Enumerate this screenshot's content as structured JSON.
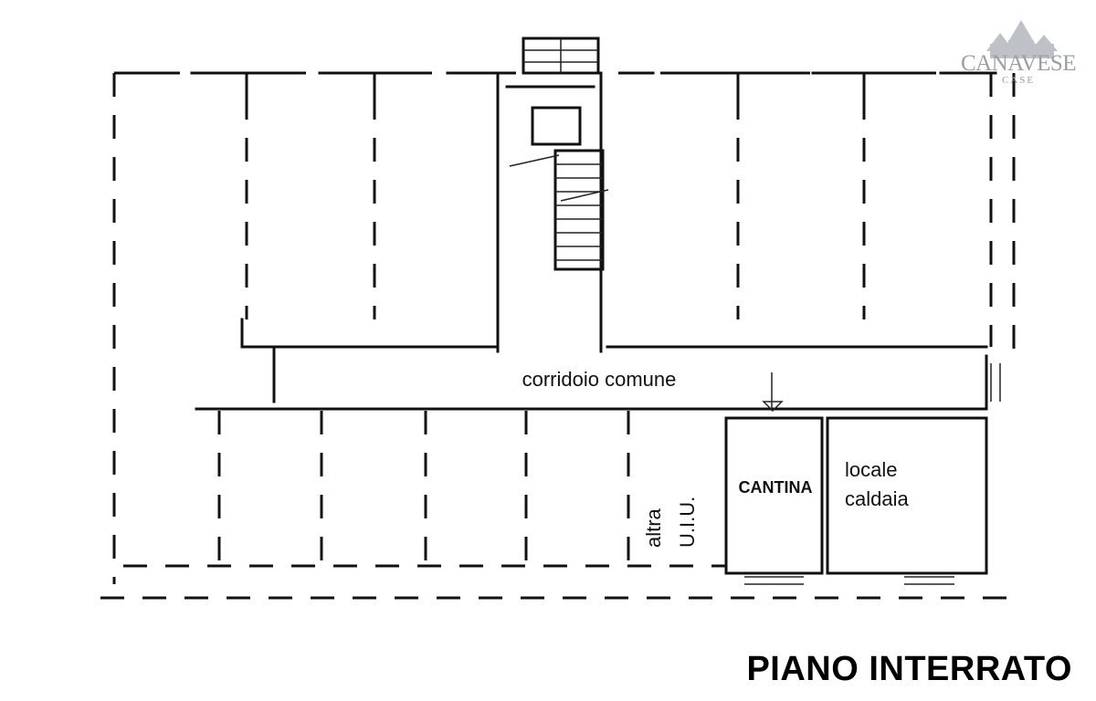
{
  "title": "PIANO INTERRATO",
  "logo": {
    "name": "CANAVESE",
    "sub": "CASE"
  },
  "rooms": {
    "corridor": "corridoio comune",
    "other_unit_line1": "altra",
    "other_unit_line2": "U.I.U.",
    "cellar": "CANTINA",
    "boiler_line1": "locale",
    "boiler_line2": "caldaia"
  }
}
